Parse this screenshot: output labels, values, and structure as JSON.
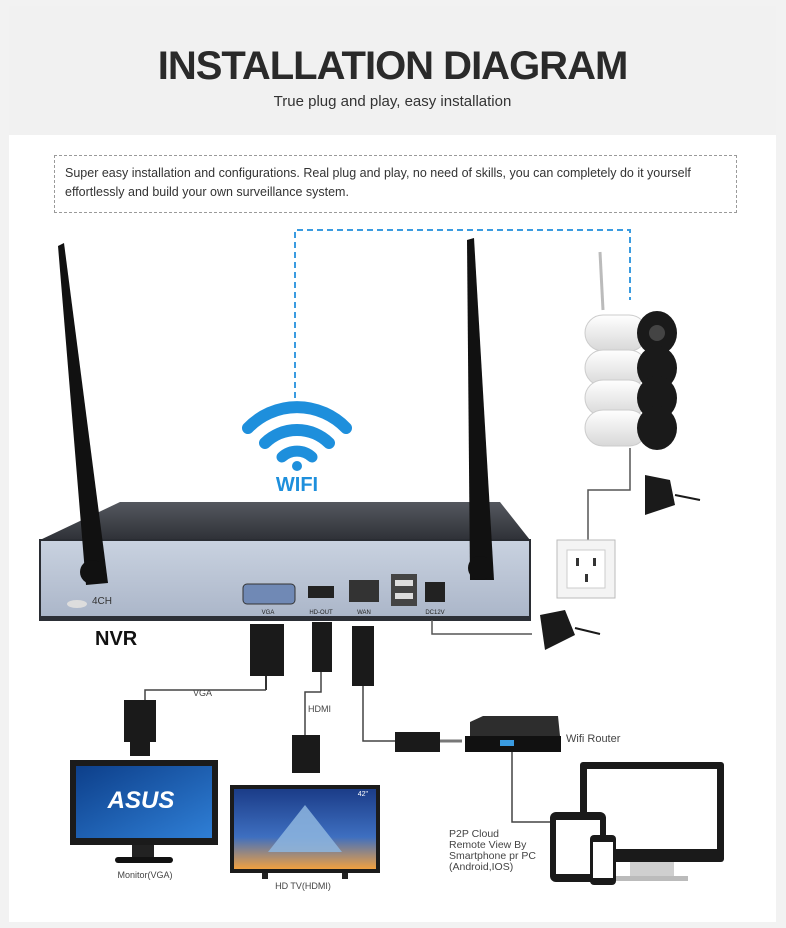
{
  "header": {
    "title": "INSTALLATION DIAGRAM",
    "subtitle": "True plug and play, easy installation"
  },
  "intro": {
    "text": "Super easy installation and configurations. Real plug and play, no need of skills, you can completely do it yourself effortlessly and build your own surveillance system."
  },
  "diagram": {
    "wifi_label": "WIFI",
    "nvr_label": "NVR",
    "nvr_channel_label": "4CH",
    "ports": {
      "vga": "VGA",
      "hdmi": "HD-OUT",
      "wan": "WAN",
      "dc": "DC12V"
    },
    "cable_labels": {
      "vga": "VGA",
      "hdmi": "HDMI"
    },
    "router_label": "Wifi Router",
    "monitor_label": "Monitor(VGA)",
    "monitor_brand": "ASUS",
    "tv_label": "HD TV(HDMI)",
    "tv_size": "42\"",
    "p2p_lines": [
      "P2P Cloud",
      "Remote View By",
      "Smartphone pr PC",
      "(Android,IOS)"
    ]
  },
  "colors": {
    "wifi_blue": "#1e8fdc",
    "dashed_link": "#3a9be0",
    "nvr_face": "#b9c4d6",
    "nvr_top": "#3a3d44"
  }
}
